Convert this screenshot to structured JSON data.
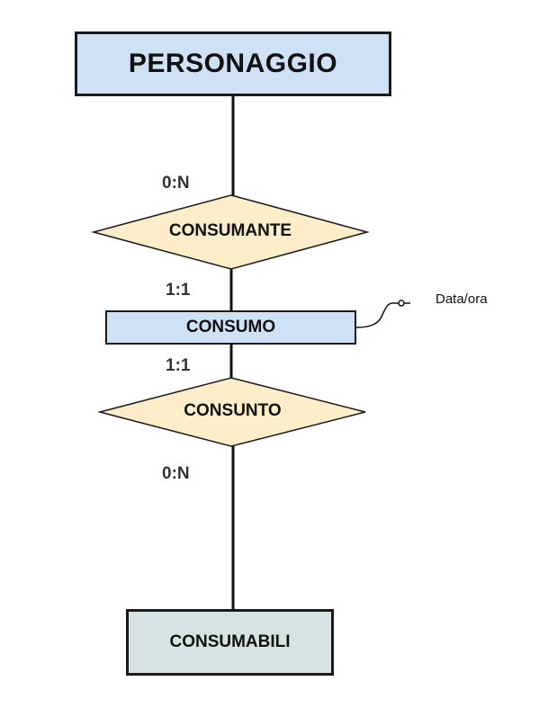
{
  "diagram": {
    "entities": {
      "personaggio": "PERSONAGGIO",
      "consumo": "CONSUMO",
      "consumabili": "CONSUMABILI"
    },
    "relationships": {
      "consumante": "CONSUMANTE",
      "consunto": "CONSUNTO"
    },
    "cardinalities": {
      "personaggio_consumante": "0:N",
      "consumo_consumante": "1:1",
      "consumo_consunto": "1:1",
      "consumabili_consunto": "0:N"
    },
    "attributes": {
      "consumo_attr": "Data/ora"
    },
    "colors": {
      "entity_fill": "#cfe1f5",
      "entity_alt_fill": "#d5e4e3",
      "relationship_fill": "#fdeec9",
      "stroke": "#1a1a1a"
    }
  }
}
